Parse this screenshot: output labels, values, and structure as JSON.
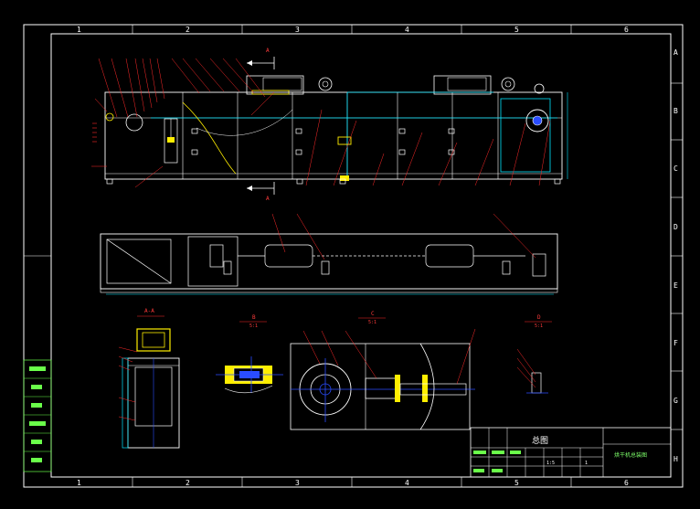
{
  "drawing": {
    "zone_columns": [
      "1",
      "2",
      "3",
      "4",
      "5",
      "6"
    ],
    "zone_rows": [
      "A",
      "B",
      "C",
      "D",
      "E",
      "F",
      "G",
      "H"
    ],
    "section_label_A": "A",
    "views": {
      "aa": "A-A",
      "b": "B",
      "b_scale": "5:1",
      "c": "C",
      "c_scale": "5:1",
      "d": "D",
      "d_scale": "5:1"
    },
    "title_block": {
      "title": "总图",
      "drawing_name": "烘干机总装图",
      "scale": "1:5",
      "sheet": "1"
    }
  },
  "colors": {
    "background": "#000000",
    "frame": "#ffffff",
    "cyan": "#00e5ff",
    "leader": "#ff2a2a",
    "yellow": "#ffee00",
    "blue": "#2a4dff",
    "green": "#6aff4a",
    "pink": "#ff66ff"
  }
}
